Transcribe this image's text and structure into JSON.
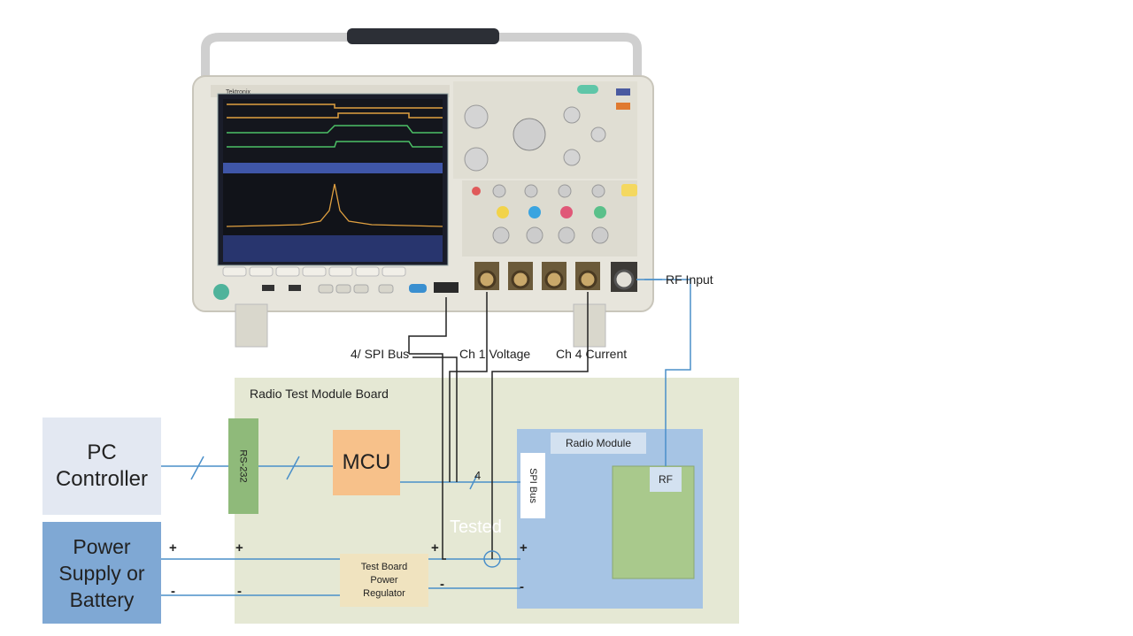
{
  "scope": {
    "brand": "Tektronix"
  },
  "labels": {
    "rf_input": "RF Input",
    "spi_bus_probe": "4/ SPI Bus",
    "ch1": "Ch 1 Voltage",
    "ch4": "Ch 4 Current"
  },
  "board": {
    "title": "Radio Test Module Board",
    "rs232": "RS-232",
    "mcu": "MCU",
    "radio_module": "Radio Module",
    "spi_bus": "SPI Bus",
    "rf": "RF",
    "tested": "Tested",
    "bus_width": "4",
    "regulator": "Test Board Power Regulator"
  },
  "external": {
    "pc": "PC Controller",
    "power": "Power Supply or Battery"
  },
  "polarity": {
    "plus": "+",
    "minus": "-"
  },
  "colors": {
    "board_bg": "#e5e8d4",
    "pc_bg": "#e3e8f2",
    "power_bg": "#7fa8d4",
    "rs232_bg": "#8fba7a",
    "mcu_bg": "#f7c18a",
    "radio_bg": "#a6c4e4",
    "rf_green": "#a9c98c",
    "regulator_bg": "#f0e3bf",
    "wire": "#4a8fc9",
    "scope_body": "#e4e2d8"
  }
}
